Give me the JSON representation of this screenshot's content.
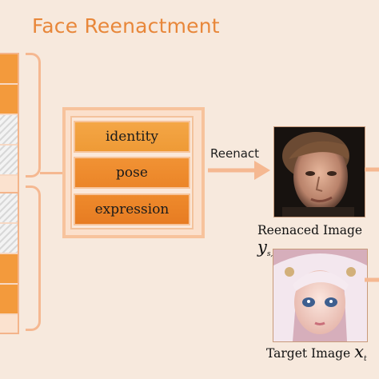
{
  "title": "Face Reenactment",
  "features": [
    "identity",
    "pose",
    "expression"
  ],
  "arrow_label": "Reenact",
  "result_caption": {
    "text": "Reenaced Image",
    "var": "y",
    "sub": "s,"
  },
  "target_caption": {
    "text": "Target Image",
    "var": "x",
    "sub": "t"
  },
  "colors": {
    "accent": "#e8873a",
    "orange": "#f39a3c",
    "pale": "#f5b891",
    "background": "#f7e9dd"
  }
}
